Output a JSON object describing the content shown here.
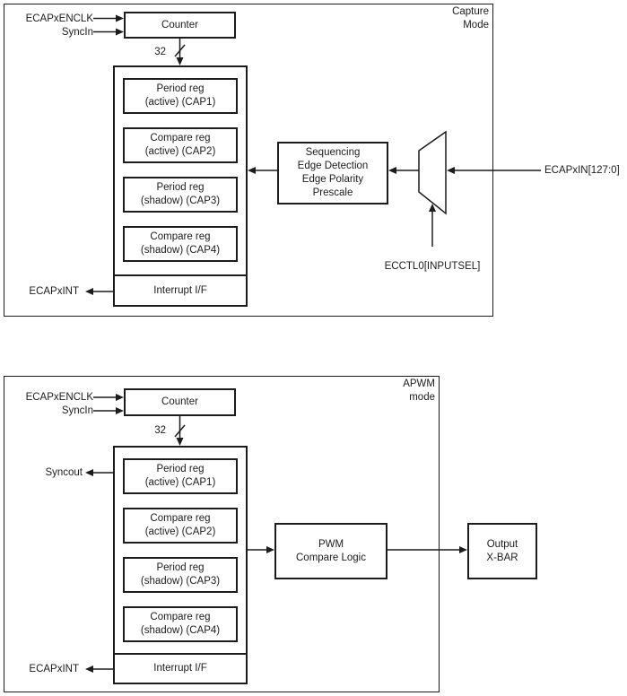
{
  "colors": {
    "line": "#1c1c1c",
    "background": "#ffffff"
  },
  "capture_diagram": {
    "mode_label": "Capture\nMode",
    "counter_label": "Counter",
    "bus_width": "32",
    "input_enclk": "ECAPxENCLK",
    "input_syncin": "SyncIn",
    "registers": [
      "Period reg\n(active) (CAP1)",
      "Compare reg\n(active) (CAP2)",
      "Period reg\n(shadow) (CAP3)",
      "Compare reg\n(shadow) (CAP4)"
    ],
    "interrupt_label": "Interrupt I/F",
    "interrupt_output": "ECAPxINT",
    "sequencing_label": "Sequencing\nEdge Detection\nEdge Polarity\nPrescale",
    "input_signal": "ECAPxIN[127:0]",
    "mux_select": "ECCTL0[INPUTSEL]"
  },
  "apwm_diagram": {
    "mode_label": "APWM\nmode",
    "counter_label": "Counter",
    "bus_width": "32",
    "input_enclk": "ECAPxENCLK",
    "input_syncin": "SyncIn",
    "sync_output": "Syncout",
    "registers": [
      "Period reg\n(active) (CAP1)",
      "Compare reg\n(active) (CAP2)",
      "Period reg\n(shadow) (CAP3)",
      "Compare reg\n(shadow) (CAP4)"
    ],
    "interrupt_label": "Interrupt I/F",
    "interrupt_output": "ECAPxINT",
    "pwm_logic_label": "PWM\nCompare Logic",
    "xbar_label": "Output\nX-BAR"
  }
}
